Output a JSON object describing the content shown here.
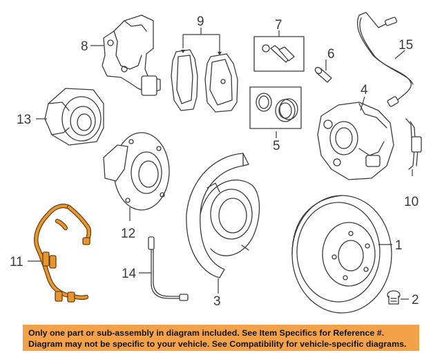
{
  "callouts": {
    "c1": "1",
    "c2": "2",
    "c3": "3",
    "c4": "4",
    "c5": "5",
    "c6": "6",
    "c7": "7",
    "c8": "8",
    "c9": "9",
    "c10": "10",
    "c11": "11",
    "c12": "12",
    "c13": "13",
    "c14": "14",
    "c15": "15"
  },
  "banner": {
    "line1": "Only one part or sub-assembly in diagram included. See Item Specifics for Reference #.",
    "line2": "Diagram may not be specific to your vehicle. See Compatibility for vehicle-specific diagrams."
  },
  "colors": {
    "highlight_part": "#e8962e",
    "banner_background": "#f4a24a",
    "line_art": "#3a3a3a"
  }
}
